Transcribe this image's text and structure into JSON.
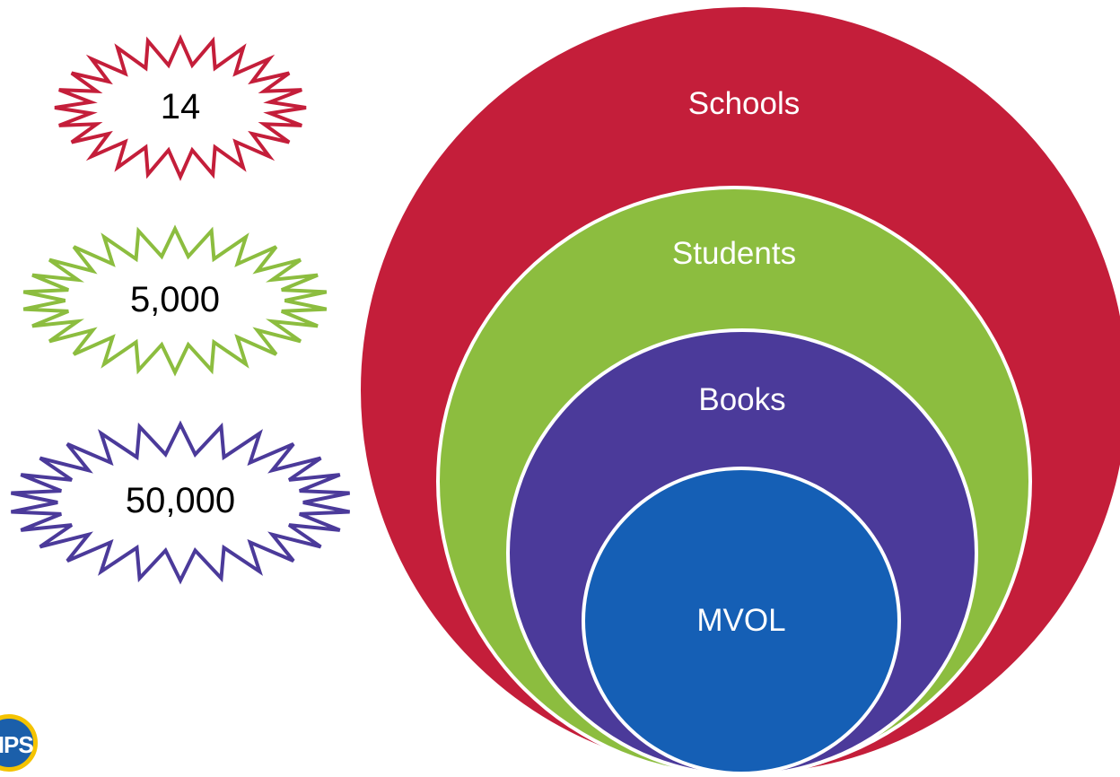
{
  "stats": [
    {
      "value": "14",
      "color": "#c41e3a"
    },
    {
      "value": "5,000",
      "color": "#8cbd3f"
    },
    {
      "value": "50,000",
      "color": "#4b3a9a"
    }
  ],
  "circles": [
    {
      "label": "Schools",
      "color": "#c41e3a"
    },
    {
      "label": "Students",
      "color": "#8cbd3f"
    },
    {
      "label": "Books",
      "color": "#4b3a9a"
    },
    {
      "label": "MVOL",
      "color": "#155fb5"
    }
  ],
  "logo": {
    "text": "MPS"
  }
}
